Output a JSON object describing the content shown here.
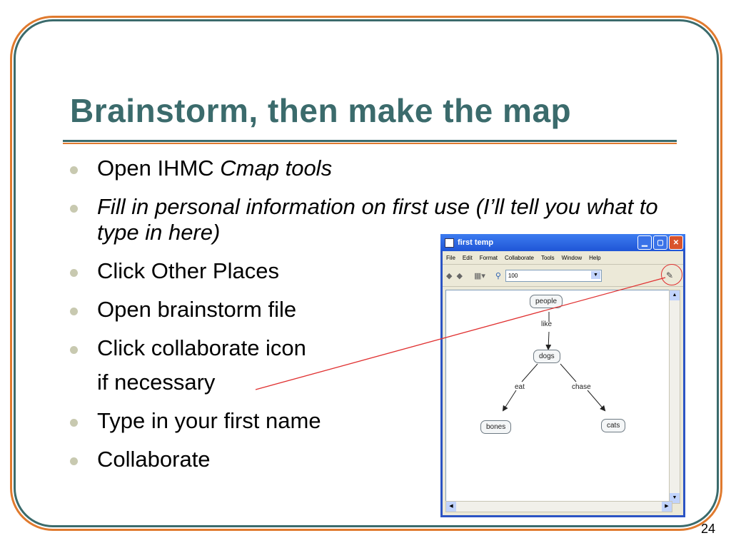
{
  "slide": {
    "title": "Brainstorm, then make the map",
    "bullets": [
      {
        "plain": "Open IHMC ",
        "italic": "Cmap tools"
      },
      {
        "italic": "Fill in personal information on first use (I’ll tell you what to type in here)"
      },
      {
        "plain": "Click Other Places"
      },
      {
        "plain": "Open brainstorm file"
      },
      {
        "plain": "Click collaborate icon"
      },
      {
        "plain": "if necessary"
      },
      {
        "plain": "Type in your first name"
      },
      {
        "plain": "Collaborate"
      }
    ],
    "slide_number": "24"
  },
  "window": {
    "title": "first temp",
    "menu": [
      "File",
      "Edit",
      "Format",
      "Collaborate",
      "Tools",
      "Window",
      "Help"
    ],
    "zoom_value": "100",
    "nodes": {
      "people": "people",
      "dogs": "dogs",
      "bones": "bones",
      "cats": "cats"
    },
    "links": {
      "like": "like",
      "eat": "eat",
      "chase": "chase"
    }
  },
  "colors": {
    "title": "#3b6b6c",
    "accent": "#e07a2e",
    "pointer": "#e03030"
  }
}
